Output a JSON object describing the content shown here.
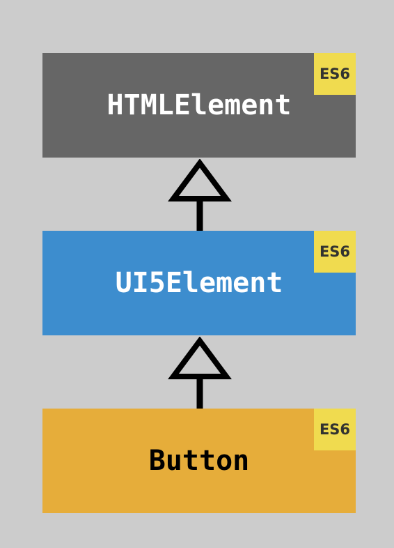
{
  "classes": [
    {
      "label": "HTMLElement",
      "badge": "ES6",
      "color": "#666666",
      "text_color": "#ffffff"
    },
    {
      "label": "UI5Element",
      "badge": "ES6",
      "color": "#3d8dce",
      "text_color": "#ffffff"
    },
    {
      "label": "Button",
      "badge": "ES6",
      "color": "#e6ad3a",
      "text_color": "#000000"
    }
  ],
  "badge_color": "#f0db4f",
  "background": "#cccccc",
  "relations": [
    {
      "from": "UI5Element",
      "to": "HTMLElement",
      "type": "inheritance"
    },
    {
      "from": "Button",
      "to": "UI5Element",
      "type": "inheritance"
    }
  ]
}
